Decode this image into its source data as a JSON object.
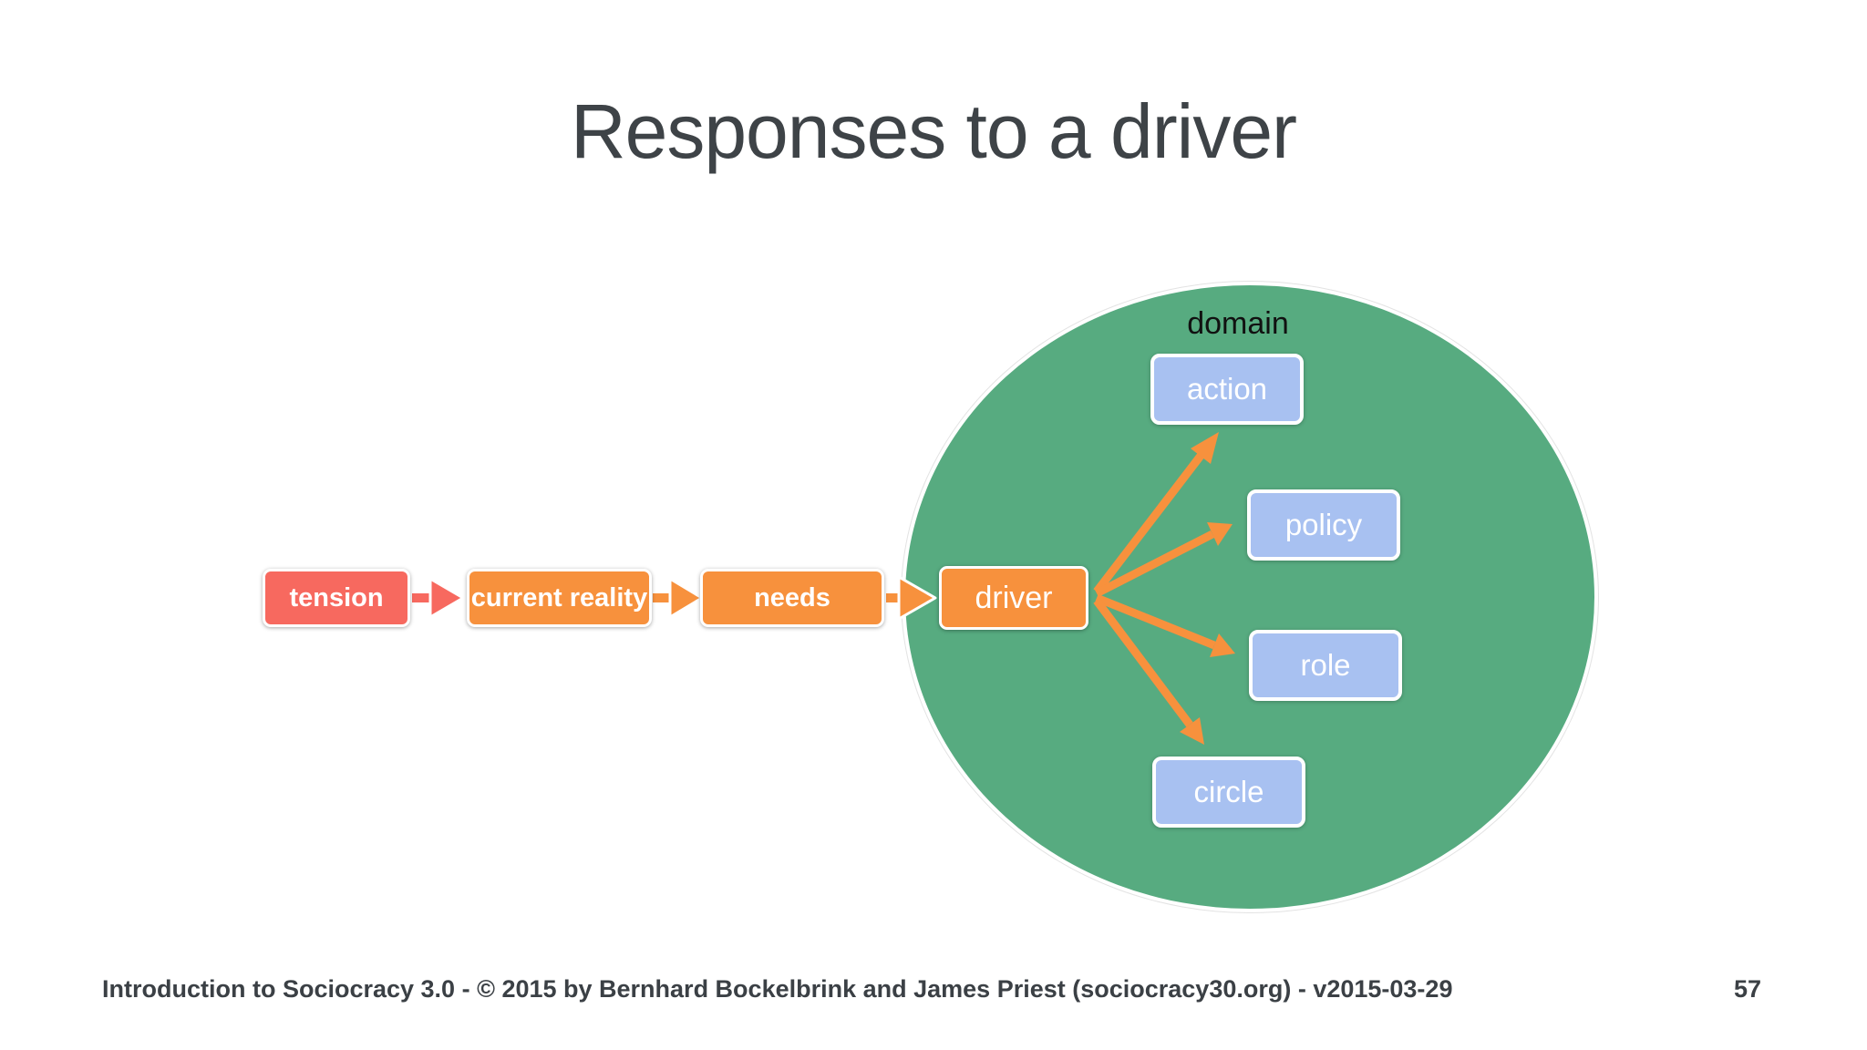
{
  "slide": {
    "title": "Responses to a driver",
    "footer": "Introduction to Sociocracy 3.0 - © 2015 by Bernhard Bockelbrink and James Priest (sociocracy30.org) - v2015-03-29",
    "page_number": "57"
  },
  "flow": {
    "tension": "tension",
    "current_reality": "current reality",
    "needs": "needs",
    "driver": "driver"
  },
  "domain": {
    "label": "domain",
    "responses": [
      "action",
      "policy",
      "role",
      "circle"
    ]
  },
  "colors": {
    "salmon": "#f7695f",
    "orange": "#f7913d",
    "green": "#57ab80",
    "blue": "#a8c1f1",
    "title-text": "#3e4347",
    "footer-text": "#3b4045",
    "domain-text": "#111111"
  }
}
